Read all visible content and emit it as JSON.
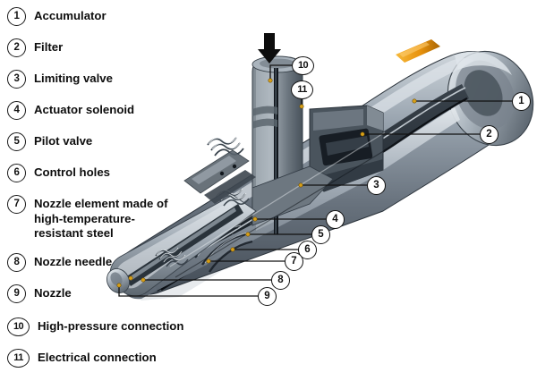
{
  "figure": {
    "title": "Common-rail diesel injector cutaway",
    "background_color": "#ffffff",
    "accent_color": "#e8920c",
    "body_color": "#8d98a3",
    "body_dark_color": "#2b333b",
    "anchor_dot_color": "#d9a017",
    "leader_line_color": "#111111"
  },
  "legend": {
    "items": [
      {
        "num": "1",
        "label": "Accumulator"
      },
      {
        "num": "2",
        "label": "Filter"
      },
      {
        "num": "3",
        "label": "Limiting valve"
      },
      {
        "num": "4",
        "label": "Actuator solenoid"
      },
      {
        "num": "5",
        "label": "Pilot valve"
      },
      {
        "num": "6",
        "label": "Control holes"
      },
      {
        "num": "7",
        "label": "Nozzle element made of\nhigh-temperature-\nresistant steel"
      },
      {
        "num": "8",
        "label": "Nozzle needle"
      },
      {
        "num": "9",
        "label": "Nozzle"
      },
      {
        "num": "10",
        "label": "High-pressure connection"
      },
      {
        "num": "11",
        "label": "Electrical connection"
      }
    ]
  },
  "callouts": [
    {
      "num": "1",
      "name": "accumulator"
    },
    {
      "num": "2",
      "name": "filter"
    },
    {
      "num": "3",
      "name": "limiting-valve"
    },
    {
      "num": "4",
      "name": "actuator-solenoid"
    },
    {
      "num": "5",
      "name": "pilot-valve"
    },
    {
      "num": "6",
      "name": "control-holes"
    },
    {
      "num": "7",
      "name": "nozzle-element"
    },
    {
      "num": "8",
      "name": "nozzle-needle"
    },
    {
      "num": "9",
      "name": "nozzle"
    },
    {
      "num": "10",
      "name": "high-pressure-connection"
    },
    {
      "num": "11",
      "name": "electrical-connection"
    }
  ],
  "annotations": {
    "flow_arrow": "downward fuel inlet arrow at high-pressure connection"
  }
}
